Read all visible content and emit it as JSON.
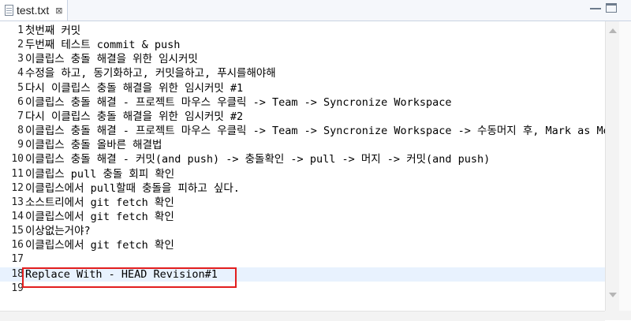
{
  "tab": {
    "title": "test.txt",
    "close_glyph": "⊠",
    "icon": "text-file-icon"
  },
  "window_controls": {
    "minimize": "minimize-icon",
    "maximize": "maximize-icon"
  },
  "editor": {
    "current_line": 18,
    "highlighted_line": 18,
    "highlight_color": "#e21e1e",
    "current_line_color": "#e8f2fe",
    "lines": [
      {
        "n": "1",
        "text": "첫번째 커밋"
      },
      {
        "n": "2",
        "text": "두번째 테스트 commit & push"
      },
      {
        "n": "3",
        "text": "이클립스 충돌 해결을 위한 임시커밋"
      },
      {
        "n": "4",
        "text": "수정을 하고, 동기화하고, 커밋을하고, 푸시를해야해"
      },
      {
        "n": "5",
        "text": "다시 이클립스 충돌 해결을 위한 임시커밋 #1"
      },
      {
        "n": "6",
        "text": "이클립스 충돌 해결 - 프로젝트 마우스 우클릭 -> Team -> Syncronize Workspace"
      },
      {
        "n": "7",
        "text": "다시 이클립스 충돌 해결을 위한 임시커밋 #2"
      },
      {
        "n": "8",
        "text": "이클립스 충돌 해결 - 프로젝트 마우스 우클릭 -> Team -> Syncronize Workspace -> 수동머지 후, Mark as Me"
      },
      {
        "n": "9",
        "text": "이클립스 충돌 올바른 해결법"
      },
      {
        "n": "10",
        "text": "이클립스 충돌 해결 - 커밋(and push) -> 충돌확인 -> pull -> 머지 -> 커밋(and push)"
      },
      {
        "n": "11",
        "text": "이클립스 pull 충돌 회피 확인"
      },
      {
        "n": "12",
        "text": "이클립스에서 pull할때 충돌을 피하고 싶다."
      },
      {
        "n": "13",
        "text": "소스트리에서 git fetch 확인"
      },
      {
        "n": "14",
        "text": "이클립스에서 git fetch 확인"
      },
      {
        "n": "15",
        "text": "이상없는거야?"
      },
      {
        "n": "16",
        "text": "이클립스에서 git fetch 확인"
      },
      {
        "n": "17",
        "text": ""
      },
      {
        "n": "18",
        "text": "Replace With - HEAD Revision#1"
      },
      {
        "n": "19",
        "text": ""
      }
    ]
  }
}
